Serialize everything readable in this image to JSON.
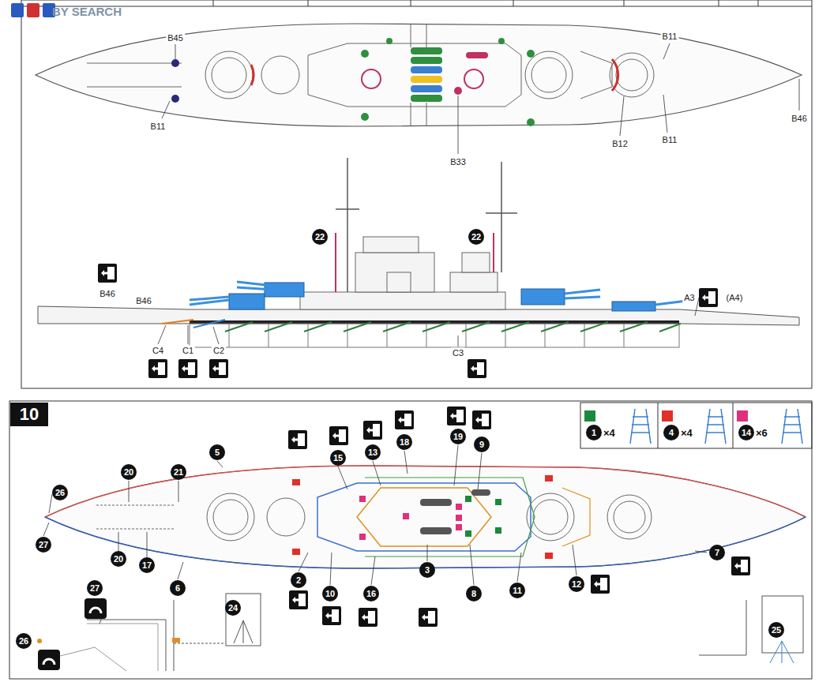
{
  "diagram": {
    "labels": [
      "BY SEARCH",
      "B45",
      "B11",
      "B11",
      "B12",
      "B11",
      "B46",
      "B33",
      "22",
      "22",
      "B46",
      "B46",
      "A3",
      "(A4)",
      "C4",
      "C1",
      "C2",
      "C3",
      "10",
      "5",
      "20",
      "21",
      "26",
      "27",
      "20",
      "17",
      "6",
      "15",
      "13",
      "18",
      "19",
      "9",
      "2",
      "10",
      "16",
      "3",
      "8",
      "11",
      "12",
      "7",
      "27",
      "26",
      "24",
      "25",
      "1",
      "4",
      "14"
    ],
    "legend": [
      {
        "text": "×4",
        "color": "#1a8a3a"
      },
      {
        "text": "×4",
        "color": "#e0302a"
      },
      {
        "text": "×6",
        "color": "#e0307a"
      }
    ]
  }
}
